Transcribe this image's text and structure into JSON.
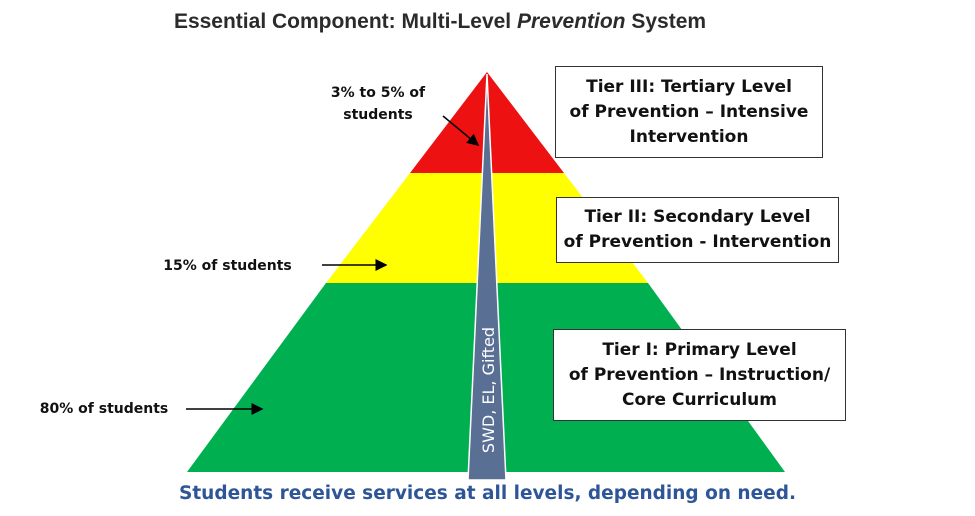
{
  "title": {
    "prefix": "Essential Component: Multi-Level ",
    "emphasis": "Prevention",
    "suffix": " System"
  },
  "tiers": [
    {
      "lines": [
        "Tier III: Tertiary Level",
        "of Prevention – Intensive",
        "Intervention"
      ],
      "percent": [
        "3% to 5% of",
        "students"
      ],
      "color": "#ee1111"
    },
    {
      "lines": [
        "Tier II: Secondary Level",
        "of Prevention - Intervention"
      ],
      "percent": [
        "15% of students"
      ],
      "color": "#ffff00"
    },
    {
      "lines": [
        "Tier I: Primary Level",
        "of Prevention – Instruction/",
        "Core Curriculum"
      ],
      "percent": [
        "80% of students"
      ],
      "color": "#00b050"
    }
  ],
  "wedge": {
    "label": "SWD, EL, Gifted",
    "color": "#5a6f94"
  },
  "footer": "Students receive services at all levels, depending on need."
}
